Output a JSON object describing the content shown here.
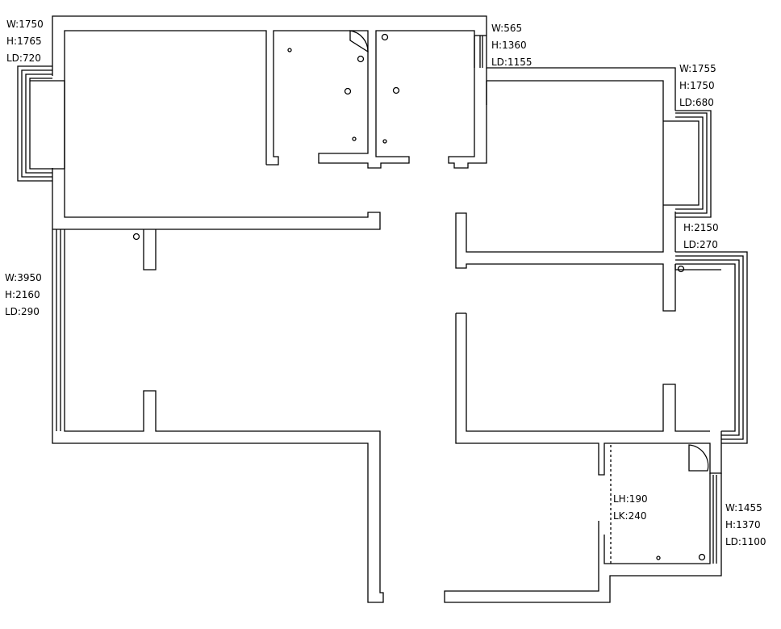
{
  "colors": {
    "wall_stroke": "#000000",
    "background": "#ffffff",
    "text": "#000000"
  },
  "annotations": {
    "window_top_left": {
      "w": "W:1750",
      "h": "H:1765",
      "ld": "LD:720"
    },
    "window_top_middle": {
      "w": "W:565",
      "h": "H:1360",
      "ld": "LD:1155"
    },
    "window_right_upper": {
      "w": "W:1755",
      "h": "H:1750",
      "ld": "LD:680"
    },
    "window_right_middle": {
      "h": "H:2150",
      "ld": "LD:270"
    },
    "window_left_long": {
      "w": "W:3950",
      "h": "H:2160",
      "ld": "LD:290"
    },
    "window_bottom_right": {
      "w": "W:1455",
      "h": "H:1370",
      "ld": "LD:1100"
    },
    "kitchen_opening": {
      "lh": "LH:190",
      "lk": "LK:240"
    }
  }
}
